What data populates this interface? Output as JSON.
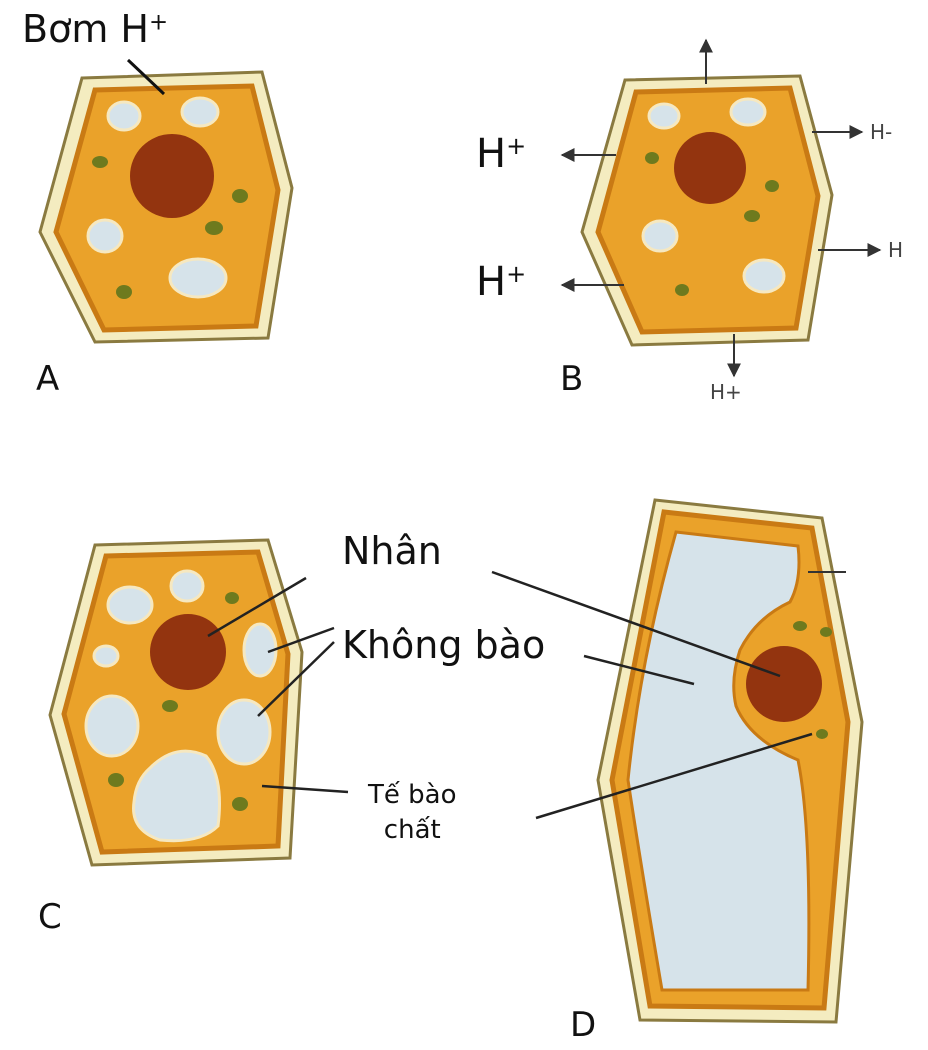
{
  "labels": {
    "bom": "Bơm H",
    "hplus": "H",
    "plus": "+",
    "minus": "-",
    "a": "A",
    "b": "B",
    "c": "C",
    "d": "D",
    "nhan": "Nhân",
    "khong_bao": "Không bào",
    "te_bao_line1": "Tế bào",
    "te_bao_line2": "chất"
  },
  "colors": {
    "wall": "#f4ecc0",
    "wall_edge": "#8a7a40",
    "cytoplasm": "#eaa22a",
    "membrane": "#c97a14",
    "nucleus": "#93340f",
    "vacuole": "#d6e3ea",
    "chloroplast": "#6e7a1e"
  }
}
